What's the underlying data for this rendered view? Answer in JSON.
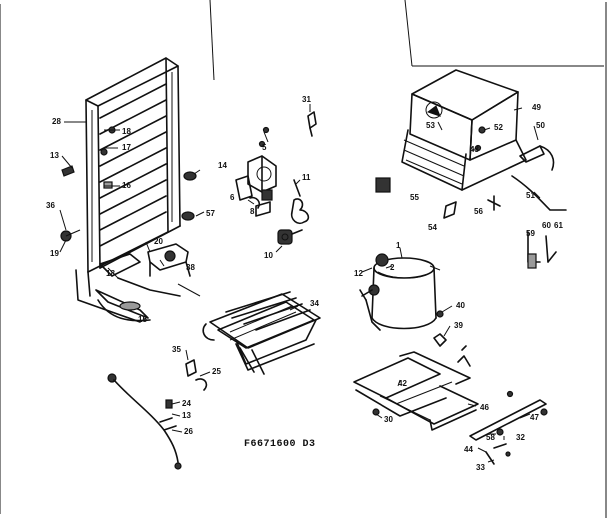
{
  "diagram": {
    "code": "F6671600 D3",
    "labels": {
      "l28": "28",
      "l13a": "13",
      "l18a": "18",
      "l17": "17",
      "l36a": "36",
      "l19": "19",
      "l16": "16",
      "l20": "20",
      "l38": "38",
      "l18b": "18",
      "l15": "15",
      "l14": "14",
      "l5": "5",
      "l6": "6",
      "l8": "8",
      "l57": "57",
      "l11": "11",
      "l10": "10",
      "l31": "31",
      "l49": "49",
      "l53": "53",
      "l52": "52",
      "l43": "43",
      "l50": "50",
      "l51": "51",
      "l55": "55",
      "l56": "56",
      "l54": "54",
      "l59": "59",
      "l60": "60",
      "l61": "61",
      "l1": "1",
      "l12": "12",
      "l2": "2",
      "l40": "40",
      "l39": "39",
      "l34": "34",
      "l35": "35",
      "l25": "25",
      "l24": "24",
      "l13b": "13",
      "l26": "26",
      "l42": "42",
      "l30": "30",
      "l46": "46",
      "l47": "47",
      "l58": "58",
      "l32": "32",
      "l44": "44",
      "l33": "33"
    }
  }
}
